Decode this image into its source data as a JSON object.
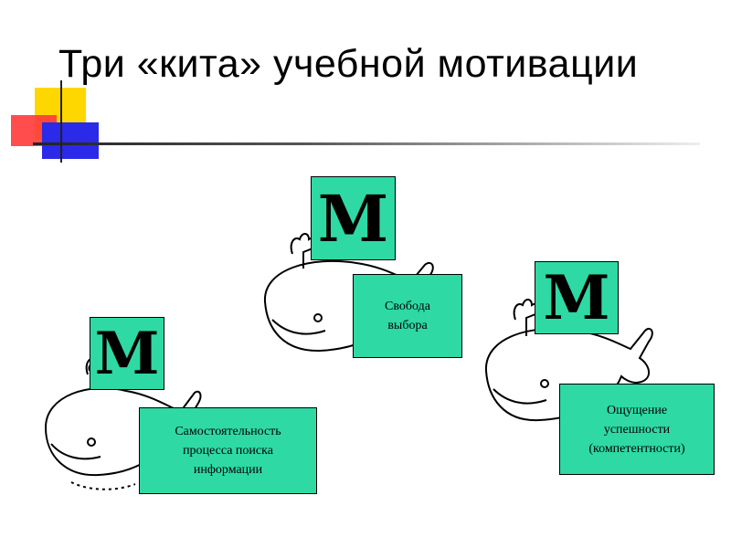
{
  "slide": {
    "title": "Три «кита» учебной мотивации"
  },
  "whales": [
    {
      "letter": "М",
      "lines": [
        "Самостоятельность",
        "процесса поиска",
        "информации"
      ]
    },
    {
      "letter": "М",
      "lines": [
        "Свобода",
        "выбора"
      ]
    },
    {
      "letter": "М",
      "lines": [
        "Ощущение",
        "успешности",
        "(компетентности)"
      ]
    }
  ],
  "colors": {
    "box_fill": "#2ed9a4",
    "accent_yellow": "#ffd700",
    "accent_red": "#ff3a3a",
    "accent_blue": "#2a2ae8"
  }
}
